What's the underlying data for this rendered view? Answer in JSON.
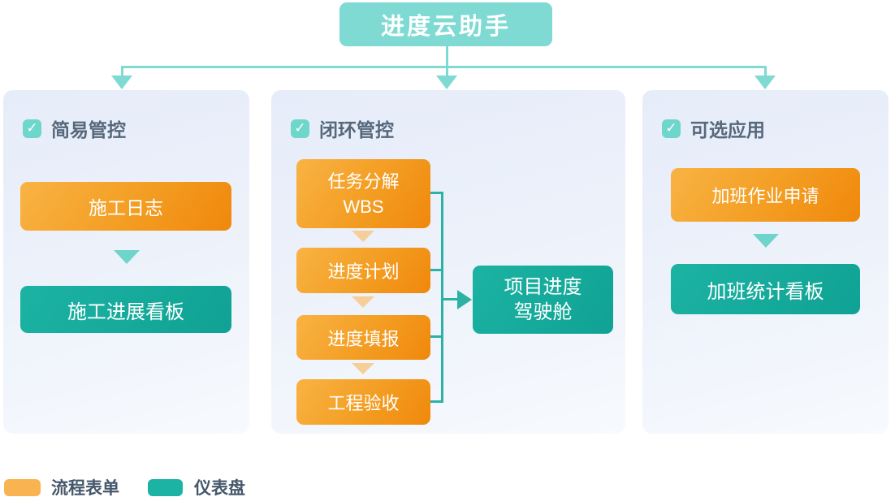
{
  "title": "进度云助手",
  "panels": {
    "simple": {
      "header": "简易管控",
      "form": "施工日志",
      "dashboard": "施工进展看板"
    },
    "closed_loop": {
      "header": "闭环管控",
      "steps": [
        "任务分解\nWBS",
        "进度计划",
        "进度填报",
        "工程验收"
      ],
      "dashboard": "项目进度\n驾驶舱"
    },
    "optional": {
      "header": "可选应用",
      "form": "加班作业申请",
      "dashboard": "加班统计看板"
    }
  },
  "legend": {
    "form_label": "流程表单",
    "dashboard_label": "仪表盘",
    "form_color": "#F9B350",
    "dashboard_color": "#1CB3A4"
  },
  "icons": {
    "check": "✓"
  },
  "colors": {
    "title_teal": "#7EDAD3",
    "connector_teal": "#7EDAD3",
    "checkbox_teal": "#6ED6CA",
    "dashboard_teal": "#14AB9C",
    "form_orange_start": "#F9B344",
    "form_orange_end": "#F0880C",
    "bracket_teal": "#2BB2A5",
    "step_arrow_peach": "#F6CE97",
    "panel_background": "#EAEFFA",
    "header_text": "#56687C",
    "legend_text": "#45576B"
  }
}
